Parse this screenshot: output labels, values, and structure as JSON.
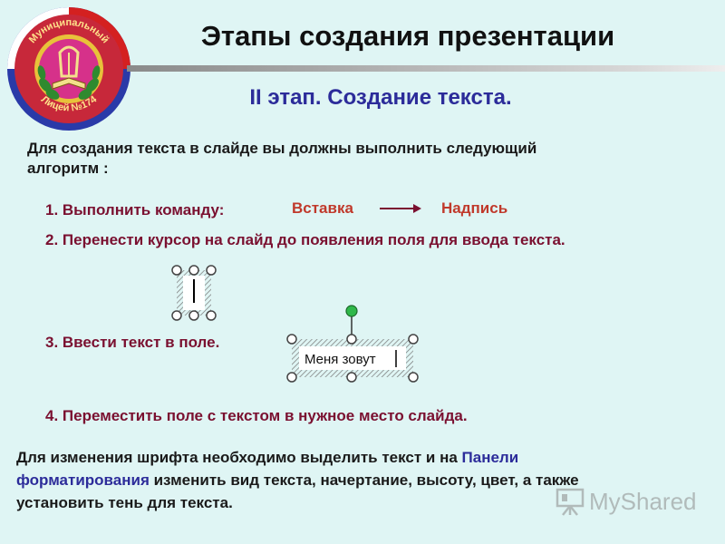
{
  "logo": {
    "top_text": "Муниципальный",
    "bottom_text": "Лицей №174"
  },
  "title": "Этапы создания презентации",
  "subtitle": "II этап. Создание текста.",
  "intro_line1": "Для создания текста в слайде вы должны выполнить следующий",
  "intro_line2": "алгоритм :",
  "steps": {
    "s1": "1. Выполнить команду:",
    "cmd_from": "Вставка",
    "cmd_to": "Надпись",
    "s2": "2. Перенести курсор на слайд до появления поля для ввода текста.",
    "s3": "3. Ввести текст в поле.",
    "s4": "4. Переместить поле с текстом в нужное место слайда."
  },
  "figure_text": "Меня зовут",
  "footer": {
    "part1": "Для изменения шрифта необходимо выделить текст и на ",
    "highlight1": "Панели",
    "highlight2": "форматирования",
    "part2": " изменить вид текста, начертание, высоту, цвет, а также",
    "line3": "установить тень для текста."
  },
  "watermark": {
    "text": "MyShared",
    "icon": "presentation-board-icon"
  },
  "colors": {
    "background": "#dff5f4",
    "subtitle": "#2c2c9a",
    "steps": "#7a1030",
    "command": "#c0392b"
  }
}
